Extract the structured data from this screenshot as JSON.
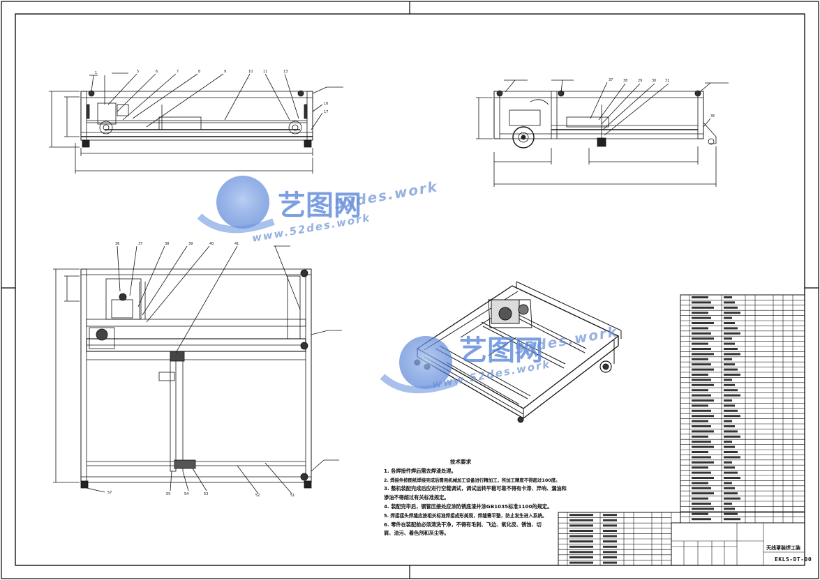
{
  "drawing": {
    "title_block": {
      "drawing_name": "天线罩装焊工装",
      "drawing_code": "EKLS-DT-00"
    },
    "tech_requirements": {
      "heading": "技术要求",
      "items": [
        "1. 各焊接件焊后需去焊渣处理。",
        "2. 焊接件按图纸焊接完成后需用机械加工设备进行精加工，所加工精度不得超过100度。",
        "3. 整机装配完成后应进行空载调试，调试运转平稳可靠不得有卡滞、异响、漏油和",
        "渗油不得超过有关标准规定。",
        "4. 装配完毕后，钢管压接处应涂防锈底漆并涂GB1035标准1100的规定。",
        "5. 焊接接头焊缝应按相关标准焊接成形美观，焊缝需平整，防止发生进入系统。",
        "6. 零件在装配前必须清洗干净，不得有毛刺、飞边、氧化皮、锈蚀、切",
        "屑、油污、着色剂和灰尘等。"
      ]
    },
    "balloons": {
      "front": [
        "1",
        "5",
        "6",
        "7",
        "8",
        "9",
        "10",
        "11",
        "13",
        "16",
        "17"
      ],
      "side": [
        "37",
        "38",
        "29",
        "30",
        "31",
        "35"
      ],
      "plan": [
        "36",
        "37",
        "38",
        "39",
        "40",
        "41",
        "57",
        "55",
        "54",
        "53",
        "52",
        "51"
      ]
    },
    "watermarks": {
      "brand_cn": "艺图网",
      "brand_url": "52des.work",
      "brand_url_www": "www.52des.work"
    }
  }
}
